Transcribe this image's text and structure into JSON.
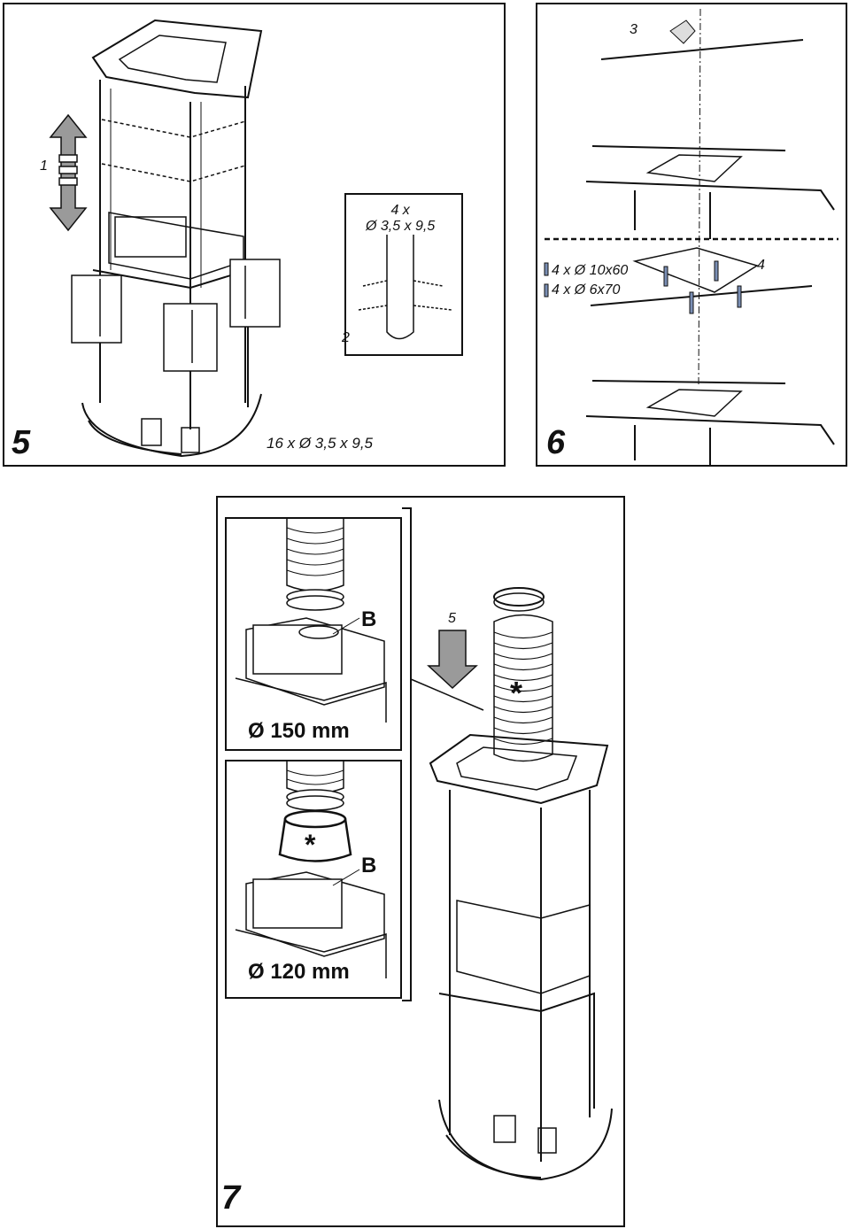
{
  "panel5": {
    "step": "5",
    "height_adjust_label": "1",
    "inset_label": "2",
    "inset_screws": "4 x\nØ 3,5 x 9,5",
    "screws_total": "16 x Ø 3,5 x 9,5"
  },
  "panel6": {
    "step": "6",
    "ceiling_label": "3",
    "plate_label": "4",
    "bolts": "4 x Ø 10x60",
    "plugs": "4 x Ø 6x70"
  },
  "panel7": {
    "step": "7",
    "arrow_label": "5",
    "upper_inset": {
      "label": "B",
      "diameter": "Ø 150 mm"
    },
    "lower_inset": {
      "label": "B",
      "marker": "*",
      "diameter": "Ø 120 mm"
    },
    "marker": "*"
  }
}
